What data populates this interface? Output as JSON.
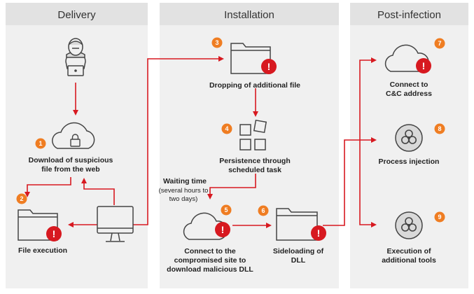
{
  "colors": {
    "panel": "#f0f0f0",
    "header": "#e2e2e2",
    "alert_red": "#d71920",
    "badge_orange": "#ef7d22",
    "outline": "#444444"
  },
  "sections": {
    "delivery": "Delivery",
    "installation": "Installation",
    "post_infection": "Post-infection"
  },
  "steps": {
    "s1": {
      "num": "1",
      "line1": "Download of suspicious",
      "line2": "file from the web"
    },
    "s2": {
      "num": "2",
      "line1": "File execution"
    },
    "s3": {
      "num": "3",
      "line1": "Dropping of additional file"
    },
    "s4": {
      "num": "4",
      "line1": "Persistence through",
      "line2": "scheduled task"
    },
    "s5": {
      "num": "5",
      "line1": "Connect to the",
      "line2": "compromised site to",
      "line3": "download malicious DLL"
    },
    "s6": {
      "num": "6",
      "line1": "Sideloading of",
      "line2": "DLL"
    },
    "s7": {
      "num": "7",
      "line1": "Connect to",
      "line2": "C&C address"
    },
    "s8": {
      "num": "8",
      "line1": "Process injection"
    },
    "s9": {
      "num": "9",
      "line1": "Execution of",
      "line2": "additional tools"
    }
  },
  "waiting": {
    "title": "Waiting time",
    "line1": "(several hours to",
    "line2": "two days)"
  },
  "alert_glyph": "!"
}
